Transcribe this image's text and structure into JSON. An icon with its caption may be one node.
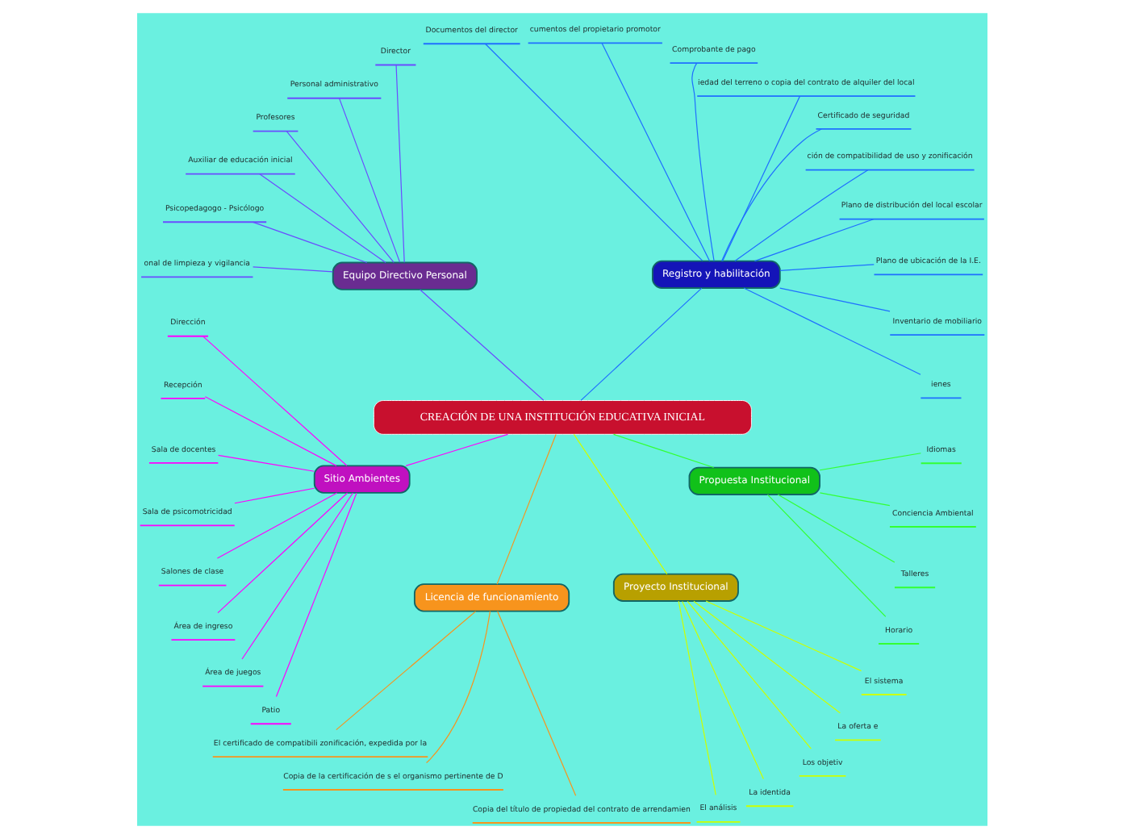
{
  "diagram": {
    "nodes": [
      {
        "text": [
          "CREACIÓN DE UNA INSTITUCIÓN EDUCATIVA INICIAL"
        ]
      },
      {
        "text": [
          "Registro y habilitación"
        ]
      },
      {
        "text": [
          "ienes"
        ]
      },
      {
        "text": [
          "Inventario de mobiliario"
        ]
      },
      {
        "text": [
          "Plano de ubicación de la I.E."
        ]
      },
      {
        "text": [
          "Plano de distribución del local escolar"
        ]
      },
      {
        "text": [
          "ción de compatibilidad de uso y zonificación"
        ]
      },
      {
        "text": [
          "Certificado de seguridad"
        ]
      },
      {
        "text": [
          "iedad del terreno o copia del contrato de alquiler del local"
        ]
      },
      {
        "text": [
          "Comprobante de pago"
        ]
      },
      {
        "text": [
          "cumentos del propietario promotor"
        ]
      },
      {
        "text": [
          "Documentos del director"
        ]
      },
      {
        "text": [
          "Equipo Directivo Personal"
        ]
      },
      {
        "text": [
          "Director"
        ]
      },
      {
        "text": [
          "Personal administrativo"
        ]
      },
      {
        "text": [
          "Profesores"
        ]
      },
      {
        "text": [
          "Auxiliar de educación inicial"
        ]
      },
      {
        "text": [
          "Psicopedagogo - Psicólogo"
        ]
      },
      {
        "text": [
          "onal de limpieza y vigilancia"
        ]
      },
      {
        "text": [
          "Sitio Ambientes"
        ]
      },
      {
        "text": [
          "Dirección"
        ]
      },
      {
        "text": [
          "Recepción"
        ]
      },
      {
        "text": [
          "Sala de docentes"
        ]
      },
      {
        "text": [
          "Sala de psicomotricidad"
        ]
      },
      {
        "text": [
          "Salones de clase"
        ]
      },
      {
        "text": [
          "Área de ingreso"
        ]
      },
      {
        "text": [
          "Área de juegos"
        ]
      },
      {
        "text": [
          "Patio"
        ]
      },
      {
        "text": [
          "Licencia de funcionamiento"
        ]
      },
      {
        "text": [
          "El certificado de compatibili zonificación, expedida por la"
        ]
      },
      {
        "text": [
          "Copia de la certificación de s el organismo pertinente de D"
        ]
      },
      {
        "text": [
          "Copia del título de propiedad del contrato de arrendamien"
        ]
      },
      {
        "text": [
          "Proyecto Institucional"
        ]
      },
      {
        "text": [
          "El análisis"
        ]
      },
      {
        "text": [
          "La identida"
        ]
      },
      {
        "text": [
          "Los objetiv"
        ]
      },
      {
        "text": [
          "La oferta e"
        ]
      },
      {
        "text": [
          "El sistema"
        ]
      },
      {
        "text": [
          "Propuesta Institucional"
        ]
      },
      {
        "text": [
          "Horario"
        ]
      },
      {
        "text": [
          "Talleres"
        ]
      },
      {
        "text": [
          "Conciencia Ambiental"
        ]
      },
      {
        "text": [
          "Idiomas"
        ]
      }
    ],
    "edges": [
      {
        "from": 0,
        "to": 1,
        "arrow": "none",
        "color": "#1f6fff"
      },
      {
        "from": 1,
        "to": 2,
        "arrow": "none",
        "color": "#1f6fff"
      },
      {
        "from": 1,
        "to": 3,
        "arrow": "none",
        "color": "#1f6fff"
      },
      {
        "from": 1,
        "to": 4,
        "arrow": "none",
        "color": "#1f6fff"
      },
      {
        "from": 1,
        "to": 5,
        "arrow": "none",
        "color": "#1f6fff"
      },
      {
        "from": 1,
        "to": 6,
        "arrow": "none",
        "color": "#1f6fff"
      },
      {
        "from": 1,
        "to": 7,
        "arrow": "none",
        "color": "#1f6fff"
      },
      {
        "from": 1,
        "to": 8,
        "arrow": "none",
        "color": "#1f6fff"
      },
      {
        "from": 1,
        "to": 9,
        "arrow": "none",
        "color": "#1f6fff"
      },
      {
        "from": 1,
        "to": 10,
        "arrow": "none",
        "color": "#1f6fff"
      },
      {
        "from": 1,
        "to": 11,
        "arrow": "none",
        "color": "#1f6fff"
      },
      {
        "from": 0,
        "to": 12,
        "arrow": "none",
        "color": "#6a4cff"
      },
      {
        "from": 12,
        "to": 13,
        "arrow": "none",
        "color": "#6a4cff"
      },
      {
        "from": 12,
        "to": 14,
        "arrow": "none",
        "color": "#6a4cff"
      },
      {
        "from": 12,
        "to": 15,
        "arrow": "none",
        "color": "#6a4cff"
      },
      {
        "from": 12,
        "to": 16,
        "arrow": "none",
        "color": "#6a4cff"
      },
      {
        "from": 12,
        "to": 17,
        "arrow": "none",
        "color": "#6a4cff"
      },
      {
        "from": 12,
        "to": 18,
        "arrow": "none",
        "color": "#6a4cff"
      },
      {
        "from": 0,
        "to": 19,
        "arrow": "none",
        "color": "#ff00ff"
      },
      {
        "from": 19,
        "to": 20,
        "arrow": "none",
        "color": "#ff00ff"
      },
      {
        "from": 19,
        "to": 21,
        "arrow": "none",
        "color": "#ff00ff"
      },
      {
        "from": 19,
        "to": 22,
        "arrow": "none",
        "color": "#ff00ff"
      },
      {
        "from": 19,
        "to": 23,
        "arrow": "none",
        "color": "#ff00ff"
      },
      {
        "from": 19,
        "to": 24,
        "arrow": "none",
        "color": "#ff00ff"
      },
      {
        "from": 19,
        "to": 25,
        "arrow": "none",
        "color": "#ff00ff"
      },
      {
        "from": 19,
        "to": 26,
        "arrow": "none",
        "color": "#ff00ff"
      },
      {
        "from": 19,
        "to": 27,
        "arrow": "none",
        "color": "#ff00ff"
      },
      {
        "from": 0,
        "to": 28,
        "arrow": "none",
        "color": "#f7941d"
      },
      {
        "from": 28,
        "to": 29,
        "arrow": "none",
        "color": "#f7941d"
      },
      {
        "from": 28,
        "to": 30,
        "arrow": "none",
        "color": "#f7941d"
      },
      {
        "from": 28,
        "to": 31,
        "arrow": "none",
        "color": "#f7941d"
      },
      {
        "from": 0,
        "to": 32,
        "arrow": "none",
        "color": "#ccff00"
      },
      {
        "from": 32,
        "to": 33,
        "arrow": "none",
        "color": "#ccff00"
      },
      {
        "from": 32,
        "to": 34,
        "arrow": "none",
        "color": "#ccff00"
      },
      {
        "from": 32,
        "to": 35,
        "arrow": "none",
        "color": "#ccff00"
      },
      {
        "from": 32,
        "to": 36,
        "arrow": "none",
        "color": "#ccff00"
      },
      {
        "from": 32,
        "to": 37,
        "arrow": "none",
        "color": "#ccff00"
      },
      {
        "from": 0,
        "to": 38,
        "arrow": "none",
        "color": "#33ff33"
      },
      {
        "from": 38,
        "to": 39,
        "arrow": "none",
        "color": "#33ff33"
      },
      {
        "from": 38,
        "to": 40,
        "arrow": "none",
        "color": "#33ff33"
      },
      {
        "from": 38,
        "to": 41,
        "arrow": "none",
        "color": "#33ff33"
      },
      {
        "from": 38,
        "to": 42,
        "arrow": "none",
        "color": "#33ff33"
      }
    ]
  }
}
